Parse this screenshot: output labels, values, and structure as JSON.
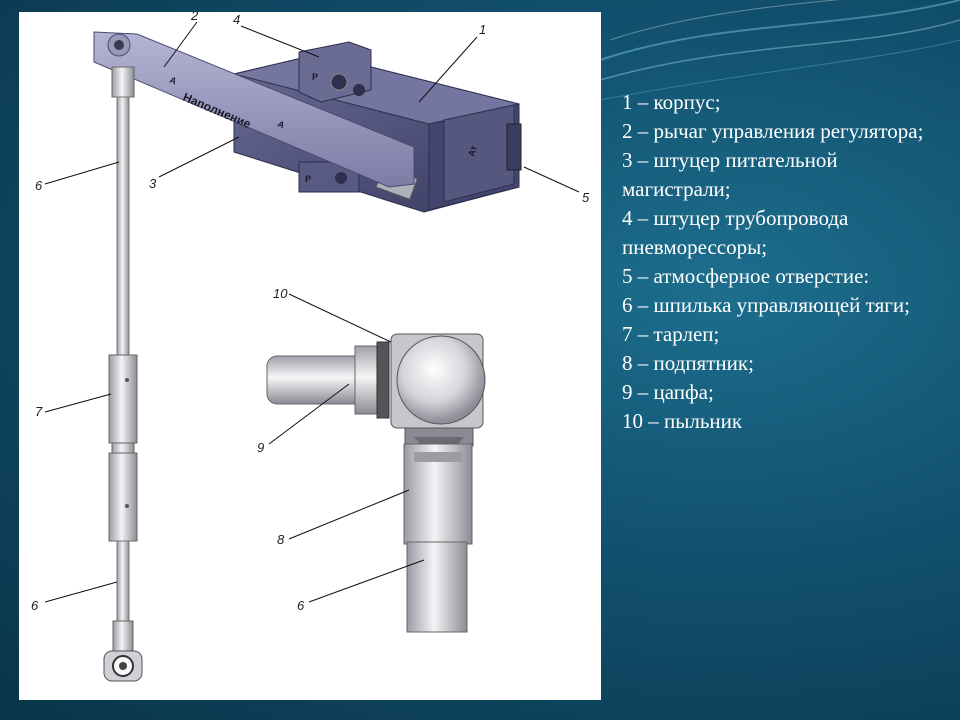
{
  "legend": {
    "items": [
      "1 – корпус;",
      "2 – рычаг управления регулятора;",
      "3 – штуцер питательной магистрали;",
      "4 – штуцер трубопровода пневморессоры;",
      "5 – атмосферное отверстие:",
      "6 – шпилька управляющей тяги;",
      "7 – тарлеп;",
      "8 – подпятник;",
      "9 – цапфа;",
      "10 – пыльник"
    ]
  },
  "figure": {
    "callouts": {
      "c1": "1",
      "c2": "2",
      "c3": "3",
      "c4": "4",
      "c5": "5",
      "c6_top": "6",
      "c6_bottom": "6",
      "c6_detail": "6",
      "c7": "7",
      "c8": "8",
      "c9": "9",
      "c10": "10"
    },
    "lever_text": "Наполнение",
    "port_p_top": "P",
    "port_p_bottom": "P",
    "port_at": "Ат",
    "arrow_a_1": "A",
    "arrow_a_2": "A"
  },
  "colors": {
    "background": "#11506d",
    "panel": "#ffffff",
    "body_metal": "#4d4f78",
    "lever_metal": "#8f8fb8",
    "rod_metal": "#d8d8dc",
    "legend_text": "#ffffff"
  }
}
